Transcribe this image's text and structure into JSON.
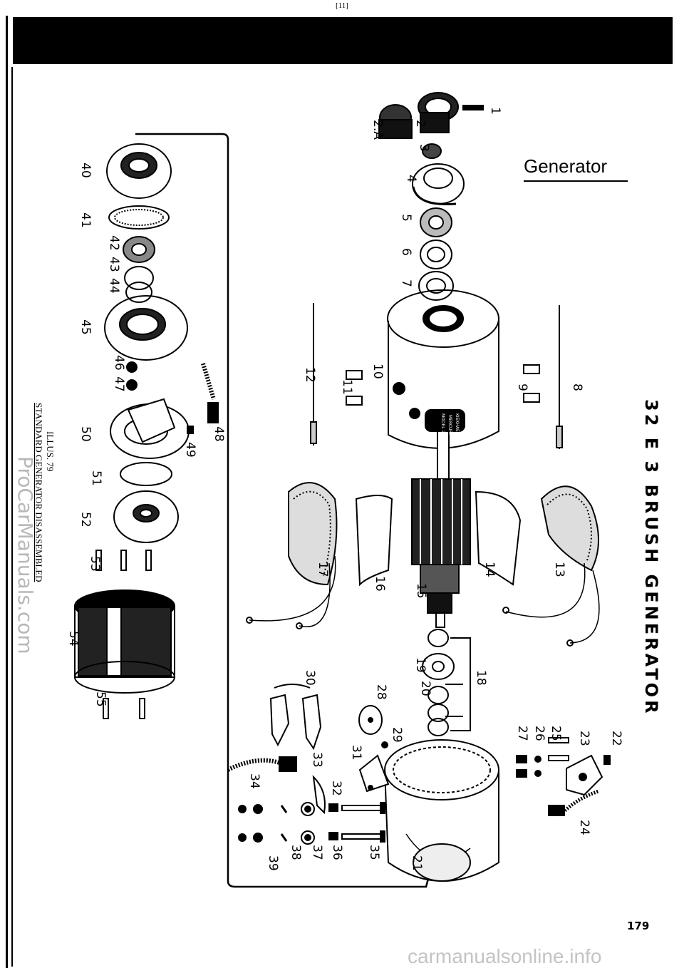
{
  "page": {
    "top_ref": "[11]",
    "section_title": "32 E 3 BRUSH GENERATOR",
    "diagram_title": "Generator",
    "page_number": "179",
    "illustration_caption": {
      "number": "ILLUS. 79",
      "title": "STANDARD GENERATOR DISASSEMBLED"
    },
    "nameplate_lines": [
      "KIEKHAEFER",
      "MERCURY",
      "MODEL 21C"
    ],
    "watermark_left": "ProCarManuals.com",
    "watermark_bottom": "carmanualsonline.info"
  },
  "part_numbers": [
    "1",
    "2",
    "2.A",
    "3",
    "4",
    "5",
    "6",
    "7",
    "8",
    "9",
    "10",
    "11",
    "12",
    "13",
    "14",
    "15",
    "16",
    "17",
    "18",
    "19",
    "20",
    "21",
    "22",
    "23",
    "24",
    "25",
    "26",
    "27",
    "28",
    "29",
    "30",
    "31",
    "32",
    "33",
    "34",
    "35",
    "36",
    "37",
    "38",
    "39",
    "40",
    "41",
    "42",
    "43",
    "44",
    "45",
    "46",
    "47",
    "48",
    "49",
    "50",
    "51",
    "52",
    "53",
    "54",
    "55"
  ]
}
